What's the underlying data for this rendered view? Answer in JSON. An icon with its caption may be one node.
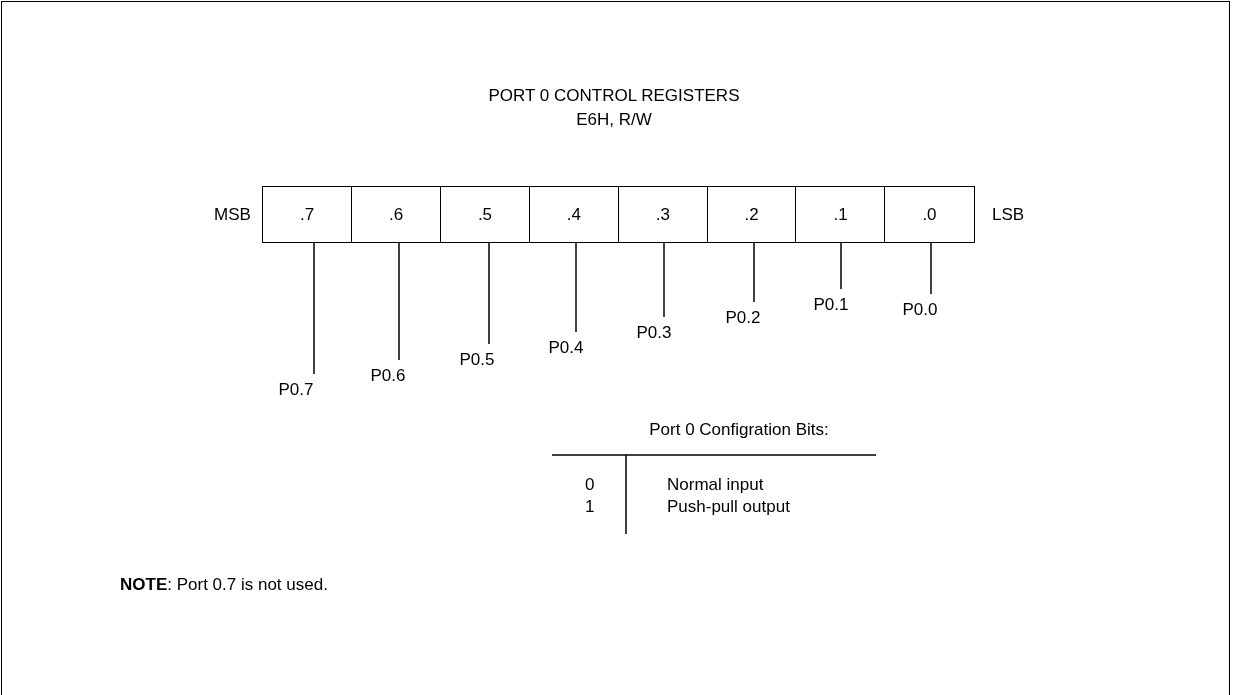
{
  "diagram": {
    "title": "PORT 0 CONTROL REGISTERS",
    "nodes": [
      {
        "text": [
          ".7"
        ]
      },
      {
        "text": [
          ".6"
        ]
      },
      {
        "text": [
          ".5"
        ]
      },
      {
        "text": [
          ".4"
        ]
      },
      {
        "text": [
          ".3"
        ]
      },
      {
        "text": [
          ".2"
        ]
      },
      {
        "text": [
          ".1"
        ]
      },
      {
        "text": [
          ".0"
        ]
      },
      {
        "text": [
          "P0.7"
        ]
      },
      {
        "text": [
          "P0.6"
        ]
      },
      {
        "text": [
          "P0.5"
        ]
      },
      {
        "text": [
          "P0.4"
        ]
      },
      {
        "text": [
          "P0.3"
        ]
      },
      {
        "text": [
          "P0.2"
        ]
      },
      {
        "text": [
          "P0.1"
        ]
      },
      {
        "text": [
          "P0.0"
        ]
      }
    ],
    "edges": [
      {
        "from": 0,
        "to": 8,
        "arrow": "none"
      },
      {
        "from": 1,
        "to": 9,
        "arrow": "none"
      },
      {
        "from": 2,
        "to": 10,
        "arrow": "none"
      },
      {
        "from": 3,
        "to": 11,
        "arrow": "none"
      },
      {
        "from": 4,
        "to": 12,
        "arrow": "none"
      },
      {
        "from": 5,
        "to": 13,
        "arrow": "none"
      },
      {
        "from": 6,
        "to": 14,
        "arrow": "none"
      },
      {
        "from": 7,
        "to": 15,
        "arrow": "none"
      }
    ],
    "labels": [
      "E6H, R/W",
      "MSB",
      "LSB",
      "Port 0 Configration Bits:",
      "0",
      "Normal input",
      "1",
      "Push-pull output",
      "**NOTE**: Port 0.7 is not used."
    ]
  }
}
